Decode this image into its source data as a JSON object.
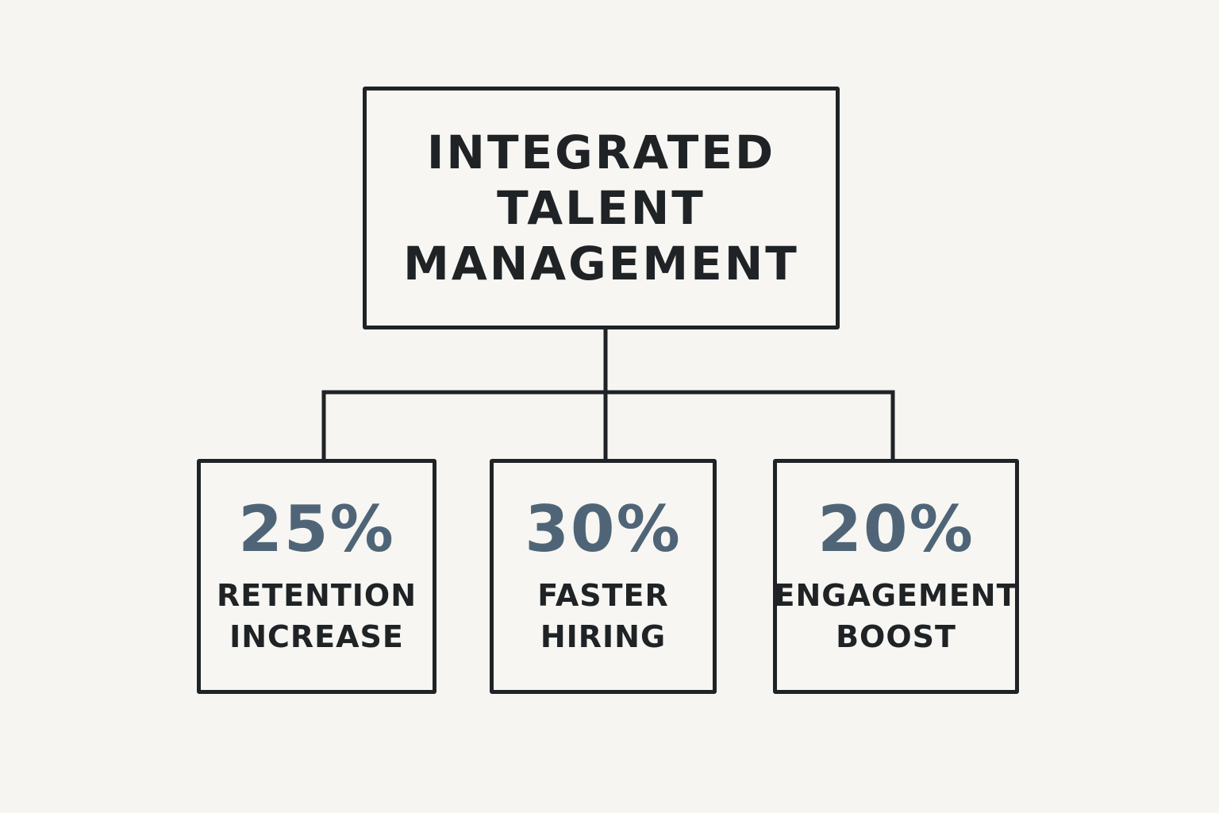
{
  "root": {
    "lines": [
      "INTEGRATED",
      "TALENT",
      "MANAGEMENT"
    ]
  },
  "children": [
    {
      "value": "25%",
      "label_lines": [
        "RETENTION",
        "INCREASE"
      ]
    },
    {
      "value": "30%",
      "label_lines": [
        "FASTER",
        "HIRING"
      ]
    },
    {
      "value": "20%",
      "label_lines": [
        "ENGAGEMENT",
        "BOOST"
      ]
    }
  ],
  "colors": {
    "background": "#f6f5f1",
    "stroke": "#1f2326",
    "stat_value": "#4f6577"
  }
}
